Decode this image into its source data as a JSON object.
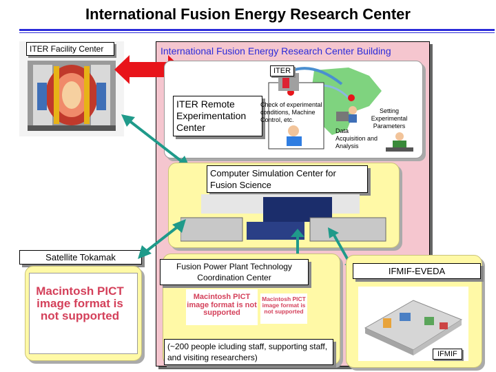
{
  "title": "International Fusion Energy Research Center",
  "iter_facility": {
    "label": "ITER Facility Center"
  },
  "building": {
    "label": "International Fusion Energy Research Center Building"
  },
  "remote": {
    "iter_tag": "ITER",
    "label": "ITER Remote Experimentation Center",
    "check_text": "Check of experimental conditions, Machine Control, etc.",
    "setting_text": "Setting Experimental Parameters",
    "data_text": "Data Acquisition and Analysis"
  },
  "simulation": {
    "label": "Computer Simulation Center for Fusion Science"
  },
  "satellite": {
    "label": "Satellite Tokamak",
    "pict_text": "Macintosh PICT image format is not supported"
  },
  "fusion_power": {
    "label": "Fusion Power Plant Technology Coordination Center",
    "pict_text": "Macintosh PICT image format is not supported",
    "note": "(~200 people icluding staff, supporting staff, and visiting researchers)"
  },
  "ifmif": {
    "label": "IFMIF-EVEDA",
    "tag": "IFMIF"
  },
  "colors": {
    "accent_blue": "#2b2bd9",
    "pink": "#f5c6cf",
    "yellow": "#fff9a6",
    "arrow_red": "#e8141a",
    "arrow_teal": "#1f9a8a"
  }
}
